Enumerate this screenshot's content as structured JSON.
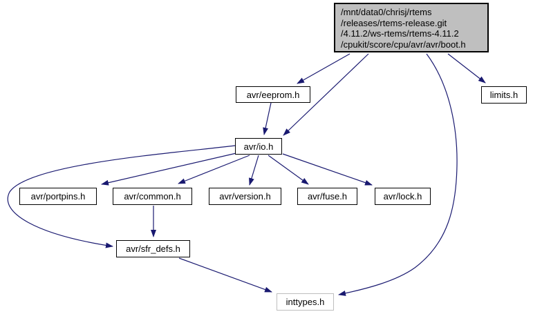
{
  "diagram": {
    "type": "include-dependency-graph",
    "colors": {
      "edge": "#191970",
      "root_fill": "#bfbfbf",
      "node_fill": "#ffffff",
      "node_border": "#000000",
      "external_node_border": "#bebebe",
      "text": "#000000",
      "background": "#ffffff"
    },
    "nodes": {
      "boot": {
        "label": "/mnt/data0/chrisj/rtems\n/releases/rtems-release.git\n/4.11.2/ws-rtems/rtems-4.11.2\n/cpukit/score/cpu/avr/avr/boot.h"
      },
      "eeprom": {
        "label": "avr/eeprom.h"
      },
      "io": {
        "label": "avr/io.h"
      },
      "portpins": {
        "label": "avr/portpins.h"
      },
      "common": {
        "label": "avr/common.h"
      },
      "version": {
        "label": "avr/version.h"
      },
      "fuse": {
        "label": "avr/fuse.h"
      },
      "lock": {
        "label": "avr/lock.h"
      },
      "sfr_defs": {
        "label": "avr/sfr_defs.h"
      },
      "limits": {
        "label": "limits.h"
      },
      "inttypes": {
        "label": "inttypes.h"
      }
    },
    "edges": [
      {
        "from": "boot",
        "to": "eeprom"
      },
      {
        "from": "boot",
        "to": "io"
      },
      {
        "from": "boot",
        "to": "limits"
      },
      {
        "from": "boot",
        "to": "inttypes"
      },
      {
        "from": "eeprom",
        "to": "io"
      },
      {
        "from": "io",
        "to": "portpins"
      },
      {
        "from": "io",
        "to": "common"
      },
      {
        "from": "io",
        "to": "version"
      },
      {
        "from": "io",
        "to": "fuse"
      },
      {
        "from": "io",
        "to": "lock"
      },
      {
        "from": "io",
        "to": "sfr_defs"
      },
      {
        "from": "common",
        "to": "sfr_defs"
      },
      {
        "from": "sfr_defs",
        "to": "inttypes"
      }
    ]
  }
}
